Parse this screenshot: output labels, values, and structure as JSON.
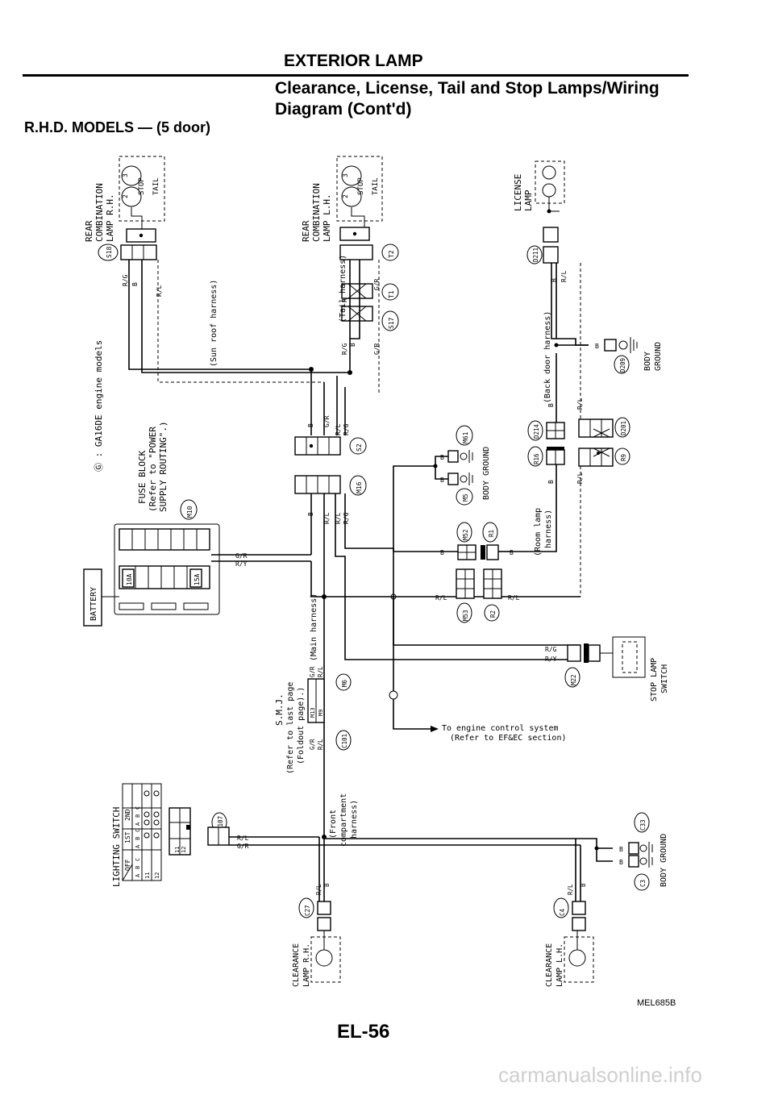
{
  "header": {
    "section": "EXTERIOR LAMP",
    "title_line1": "Clearance, License, Tail and Stop Lamps/Wiring",
    "title_line2": "Diagram (Cont'd)",
    "subtitle": "R.H.D. MODELS — (5 door)"
  },
  "labels": {
    "engine_note": "Ⓖ : GA16DE engine models",
    "rear_combo_rh": [
      "REAR",
      "COMBINATION",
      "LAMP R.H."
    ],
    "rear_combo_lh": [
      "REAR",
      "COMBINATION",
      "LAMP L.H."
    ],
    "stop": "STOP",
    "tail": "TAIL",
    "license": [
      "LICENSE",
      "LAMP"
    ],
    "sun_roof": "(Sun roof harness)",
    "tail_harness": "(Tail harness)",
    "back_door": "(Back door harness)",
    "body_ground": "BODY GROUND",
    "body_ground_2": [
      "BODY",
      "GROUND"
    ],
    "fuse_block": [
      "FUSE BLOCK",
      "(Refer to \"POWER",
      "SUPPLY ROUTING\".)"
    ],
    "room_lamp": [
      "(Room lamp",
      "harness)"
    ],
    "battery": "BATTERY",
    "fuse_10a": "10A",
    "fuse_15a": "15A",
    "main_harness": "(Main harness)",
    "smj": [
      "S.M.J.",
      "(Refer to last page",
      "(Foldout page).)"
    ],
    "stop_switch": [
      "STOP LAMP",
      "SWITCH"
    ],
    "engine_control": [
      "To engine control system",
      "(Refer to EF&EC section)"
    ],
    "lighting_switch": "LIGHTING SWITCH",
    "lighting_cols": [
      "OFF",
      "1ST",
      "2ND"
    ],
    "lighting_subcols": [
      "A",
      "B",
      "C",
      "A",
      "B",
      "C",
      "A",
      "B",
      "C"
    ],
    "lighting_rows": [
      "11",
      "12"
    ],
    "front_harness": [
      "(Front",
      "compartment",
      "harness)"
    ],
    "clear_rh": [
      "CLEARANCE",
      "LAMP R.H."
    ],
    "clear_lh": [
      "CLEARANCE",
      "LAMP L.H."
    ],
    "wire_codes": {
      "rg": "R/G",
      "b": "B",
      "rl": "R/L",
      "gr": "G/R",
      "ry": "R/Y"
    },
    "connectors": [
      "S18",
      "T2",
      "T1",
      "S17",
      "D211",
      "D209",
      "D214",
      "D201",
      "R16",
      "R9",
      "M61",
      "M5",
      "S2",
      "M16",
      "M10",
      "M52",
      "R1",
      "M53",
      "R2",
      "M22",
      "M6",
      "C101",
      "E107",
      "C33",
      "C3",
      "C27",
      "C4"
    ],
    "smj_pins": [
      "M13",
      "M9"
    ]
  },
  "footer": {
    "ref_code": "MEL685B",
    "page_number": "EL-56",
    "watermark": "carmanualsonline.info"
  }
}
